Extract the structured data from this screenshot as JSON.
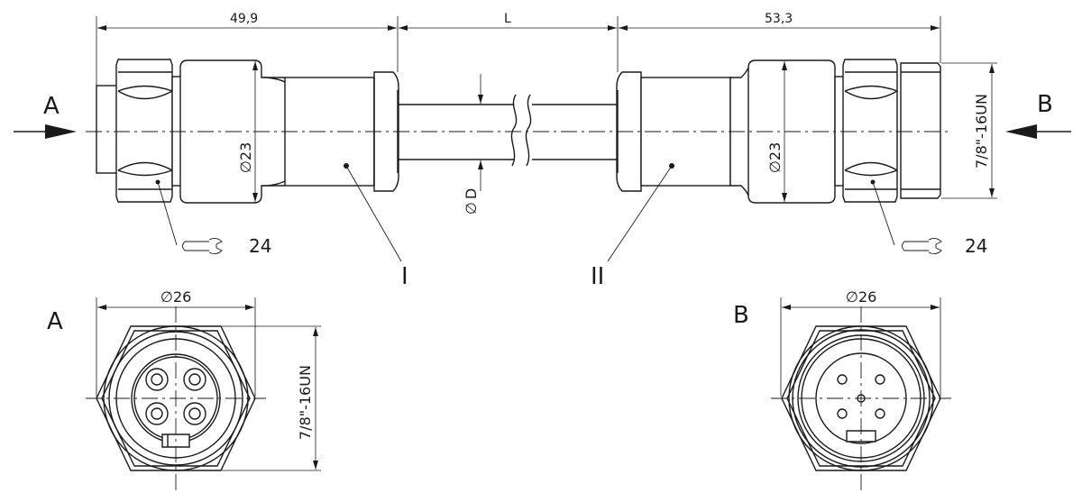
{
  "dimensions": {
    "left_length": "49,9",
    "cable_length": "L",
    "right_length": "53,3",
    "body_diameter_left": "23",
    "body_diameter_right": "23",
    "cable_diameter": "D",
    "thread_side": "7/8\"-16UN",
    "thread_front": "7/8\"-16UN",
    "front_diameter_a": "26",
    "front_diameter_b": "26",
    "diameter_symbol": "∅"
  },
  "views": {
    "side_a_label": "A",
    "side_b_label": "B",
    "front_a_label": "A",
    "front_b_label": "B"
  },
  "callouts": {
    "part_1": "I",
    "part_2": "II",
    "wrench_size_left": "24",
    "wrench_size_right": "24"
  },
  "icons": [
    "wrench-icon",
    "arrow-right-icon",
    "arrow-left-icon"
  ]
}
